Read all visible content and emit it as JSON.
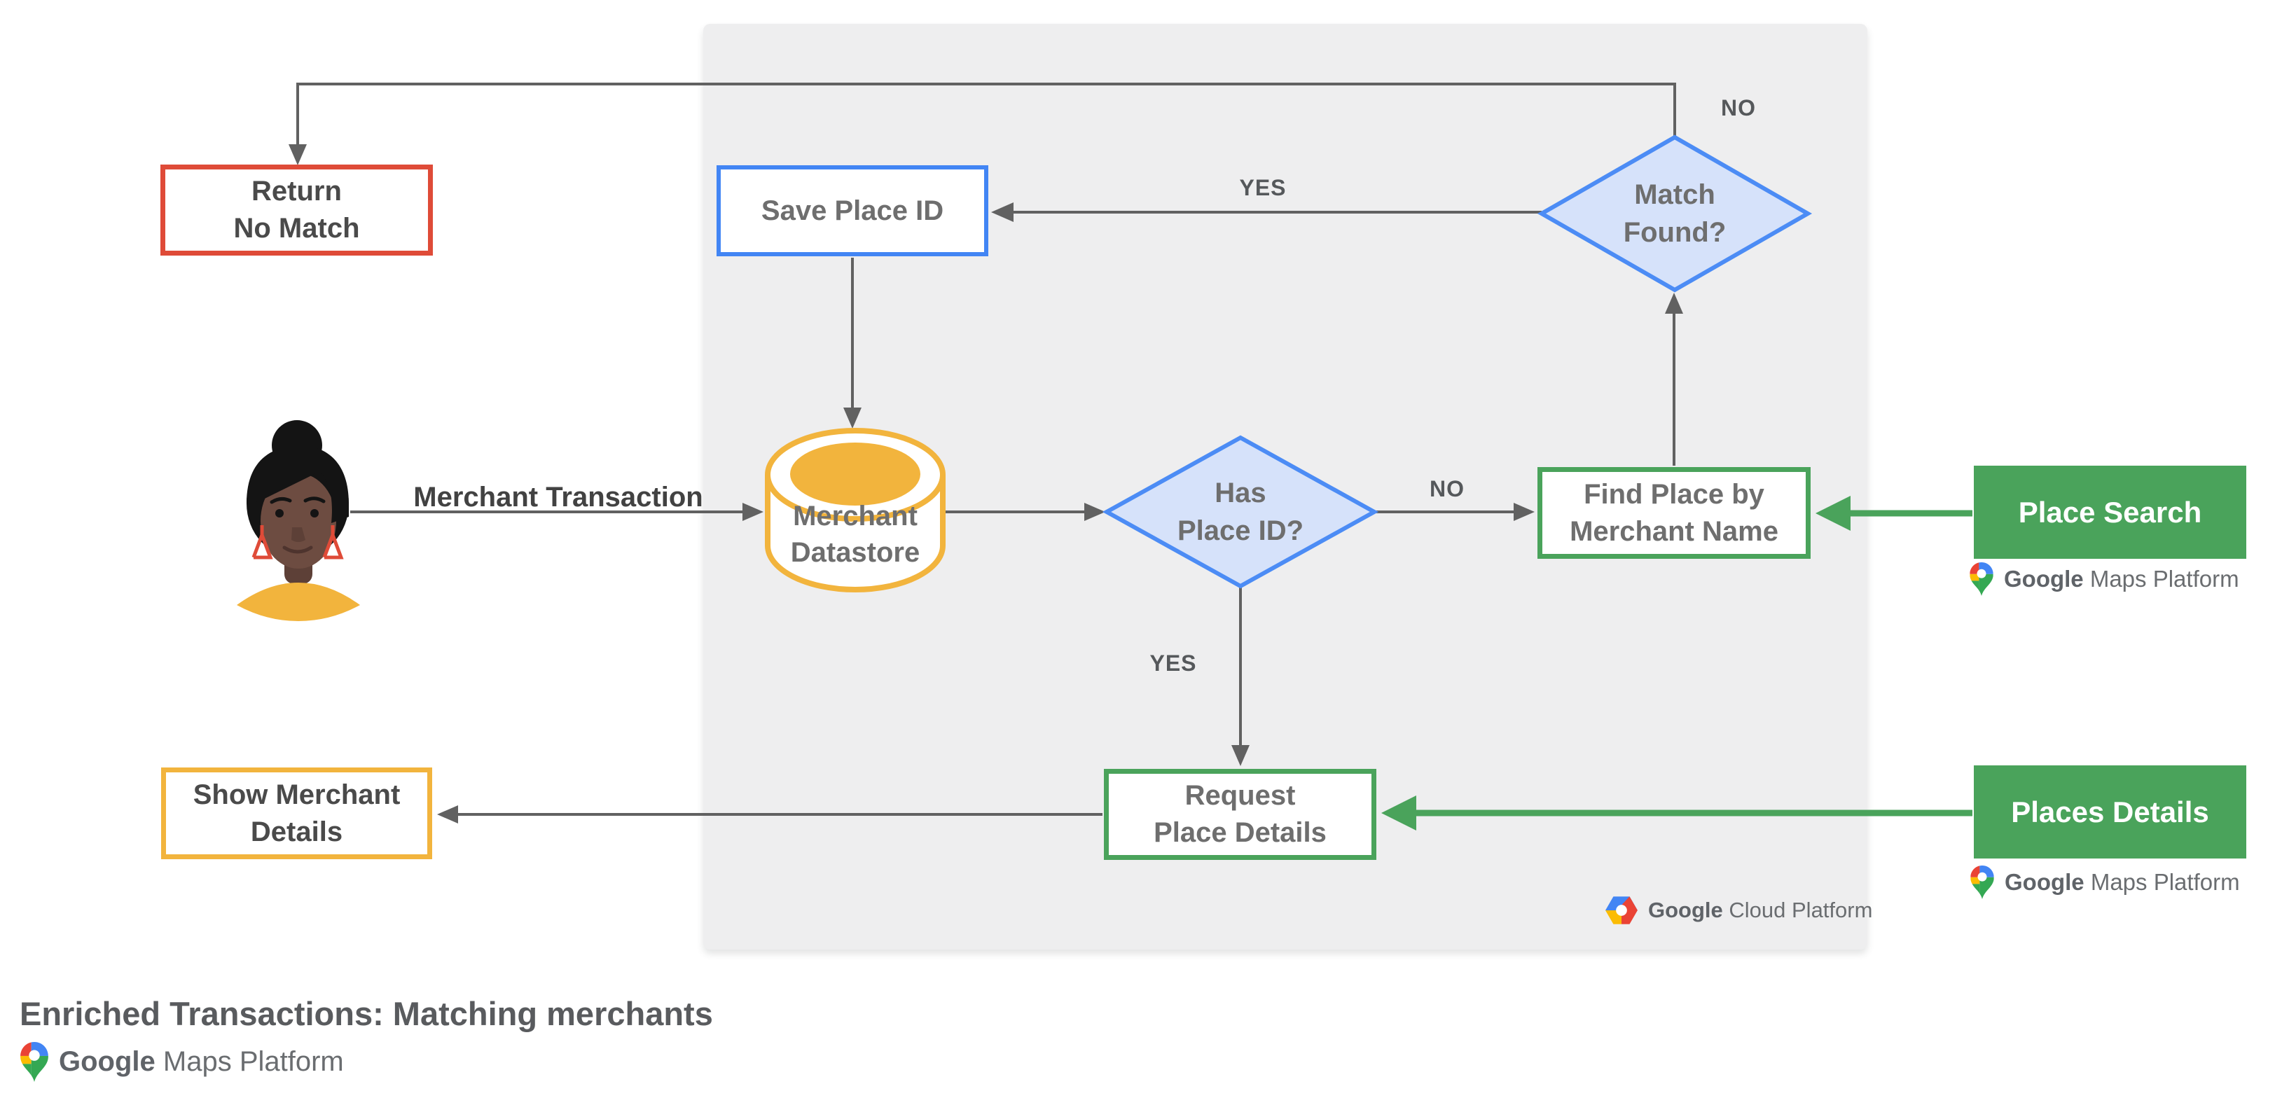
{
  "title": "Enriched Transactions: Matching merchants",
  "nodes": {
    "return_no_match": {
      "label": "Return\nNo Match",
      "border_color": "#DF4B38"
    },
    "save_place_id": {
      "label": "Save Place ID",
      "border_color": "#4285F4"
    },
    "merchant_datastore": {
      "label": "Merchant\nDatastore",
      "color": "#F2B43D"
    },
    "has_place_id": {
      "label": "Has\nPlace ID?",
      "fill": "#D6E2FA",
      "border_color": "#4C8CF5"
    },
    "match_found": {
      "label": "Match\nFound?",
      "fill": "#D6E2FA",
      "border_color": "#4C8CF5"
    },
    "find_place_by_merchant_name": {
      "label": "Find Place by\nMerchant Name",
      "border_color": "#4AA35B"
    },
    "request_place_details": {
      "label": "Request\nPlace Details",
      "border_color": "#4AA35B"
    },
    "show_merchant_details": {
      "label": "Show Merchant\nDetails",
      "border_color": "#F2B43D"
    },
    "place_search": {
      "label": "Place Search",
      "fill": "#4AA35B"
    },
    "places_details": {
      "label": "Places Details",
      "fill": "#4AA35B"
    }
  },
  "edge_labels": {
    "match_no": "NO",
    "match_yes": "YES",
    "has_no": "NO",
    "has_yes": "YES",
    "merchant_transaction": "Merchant Transaction"
  },
  "logos": {
    "maps_platform": {
      "google": "Google",
      "rest": " Maps Platform"
    },
    "cloud_platform": {
      "google": "Google",
      "rest": " Cloud Platform"
    }
  },
  "icons": {
    "maps_pin": "google-maps-pin-icon",
    "cloud_hexagon": "google-cloud-hexagon-icon",
    "person": "person-avatar"
  },
  "colors": {
    "panel_background": "#EEEEEF",
    "connector_gray": "#616161",
    "green": "#4AA35B",
    "blue": "#4285F4",
    "red": "#DF4B38",
    "amber": "#F2B43D",
    "diamond_fill": "#D6E2FA",
    "node_text_in_panel": "#6E6E6E",
    "node_text_outside": "#4A4A4A"
  }
}
